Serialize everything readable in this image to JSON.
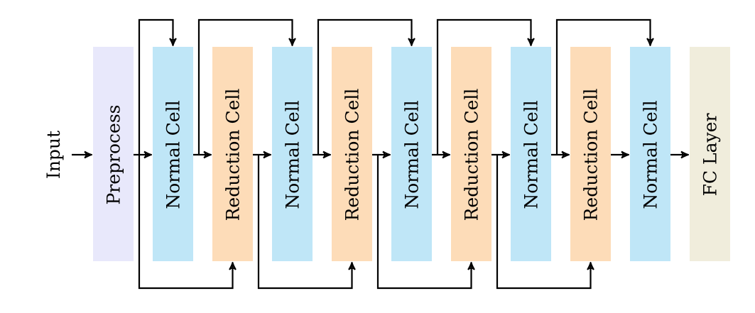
{
  "input_label": "Input",
  "colors": {
    "preprocess": "#e8e8fb",
    "normal": "#bfe6f7",
    "reduction": "#fddcb8",
    "fc": "#f0eddc",
    "line": "#000000",
    "text": "#000000"
  },
  "blocks": [
    {
      "label": "Preprocess",
      "kind": "preprocess"
    },
    {
      "label": "Normal Cell",
      "kind": "normal"
    },
    {
      "label": "Reduction Cell",
      "kind": "reduction"
    },
    {
      "label": "Normal Cell",
      "kind": "normal"
    },
    {
      "label": "Reduction Cell",
      "kind": "reduction"
    },
    {
      "label": "Normal Cell",
      "kind": "normal"
    },
    {
      "label": "Reduction Cell",
      "kind": "reduction"
    },
    {
      "label": "Normal Cell",
      "kind": "normal"
    },
    {
      "label": "Reduction Cell",
      "kind": "reduction"
    },
    {
      "label": "Normal Cell",
      "kind": "normal"
    },
    {
      "label": "FC Layer",
      "kind": "fc"
    }
  ],
  "skip_connections_top": [
    {
      "from_block": 0,
      "to_block": 1
    },
    {
      "from_block": 1,
      "to_block": 3
    },
    {
      "from_block": 3,
      "to_block": 5
    },
    {
      "from_block": 5,
      "to_block": 7
    },
    {
      "from_block": 7,
      "to_block": 9
    }
  ],
  "skip_connections_bottom": [
    {
      "from_block": 0,
      "to_block": 2
    },
    {
      "from_block": 2,
      "to_block": 4
    },
    {
      "from_block": 4,
      "to_block": 6
    },
    {
      "from_block": 6,
      "to_block": 8
    }
  ]
}
